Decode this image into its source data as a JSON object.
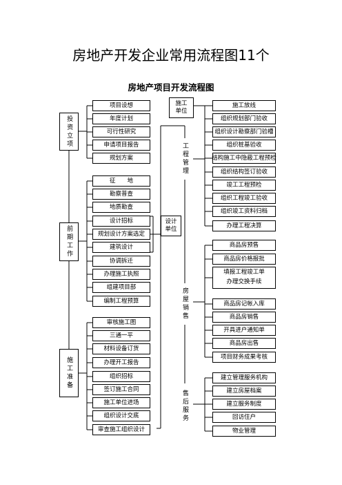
{
  "page": {
    "title": "房地产开发企业常用流程图11个",
    "subtitle": "房地产项目开发流程图"
  },
  "left_groups": [
    {
      "label": "投资立项",
      "items": [
        "项目设想",
        "年度计划",
        "可行性研究",
        "申请项目报告",
        "规划方案"
      ]
    },
    {
      "label": "前期工作",
      "items": [
        "征　　地",
        "勘察普查",
        "地质勘查",
        "设计招标",
        "规划设计方案选定",
        "建筑设计",
        "协调拆迁",
        "办理施工执照",
        "组建项目部",
        "编制工程预算"
      ]
    },
    {
      "label": "施工准备",
      "items": [
        "审核施工图",
        "三通一平",
        "材料设备订货",
        "办理开工报告",
        "组织招标",
        "签订施工合同",
        "施工单位进场",
        "组织设计交底",
        "审查施工组织设计"
      ]
    }
  ],
  "design_unit": {
    "line1": "设计",
    "line2": "单位"
  },
  "construction_unit": {
    "line1": "施工",
    "line2": "单位"
  },
  "right_groups": [
    {
      "label": "工程管理",
      "items": [
        "施工放线",
        "组织规划部门验收",
        "组织设计勘察部门验槽",
        "组织桩基验收",
        "结构施工中隐蔽工程预检",
        "组织结构签订验收",
        "竣工工程预检",
        "组织工程竣工验收",
        "组织竣工资料归档",
        "办理工程决算"
      ]
    },
    {
      "label": "房屋销售",
      "items": [
        "商品房预售",
        "商品房价格报批",
        "填报工程竣工单\n办理交换手续",
        "商品房记帐入库",
        "商品房销售",
        "开具进户通知单",
        "商品房出售",
        "项目财务成果考核"
      ]
    },
    {
      "label": "售后服务",
      "items": [
        "建立管理服务机构",
        "建立房屋档案",
        "建立服务制度",
        "回访住户",
        "物业管理"
      ]
    }
  ]
}
